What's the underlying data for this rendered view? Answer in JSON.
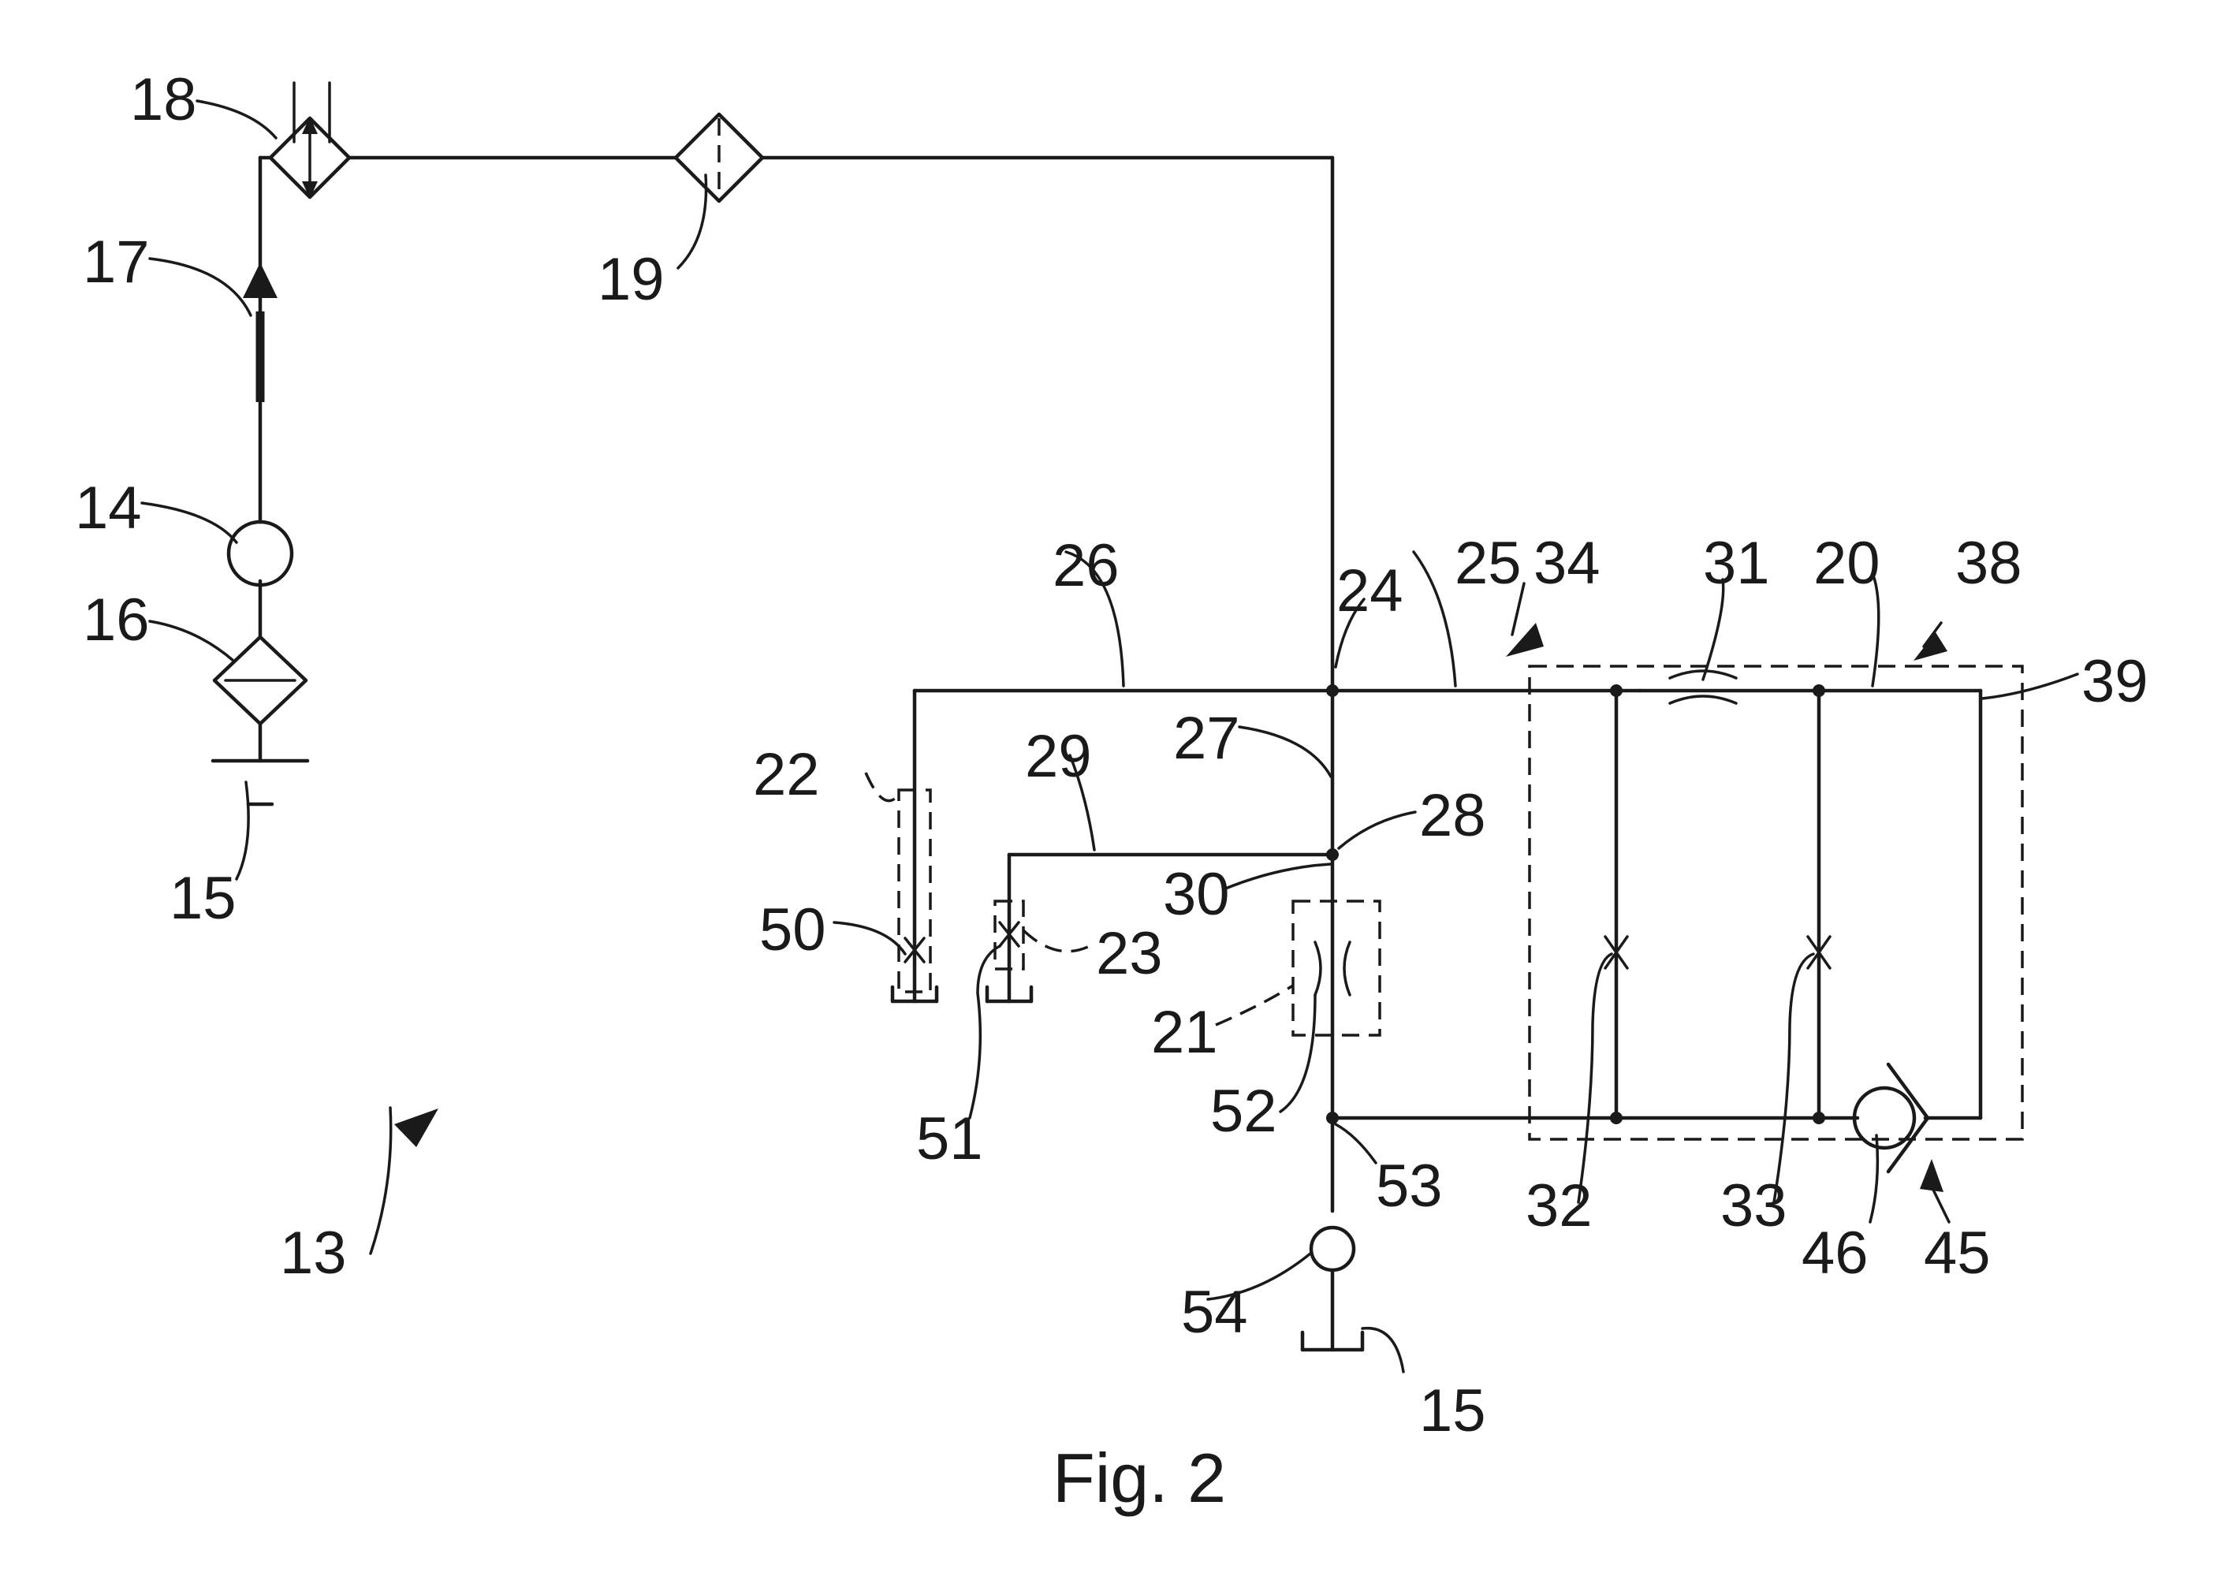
{
  "caption": "Fig. 2",
  "labels": {
    "n13": "13",
    "n14": "14",
    "n15a": "15",
    "n15b": "15",
    "n16": "16",
    "n17": "17",
    "n18": "18",
    "n19": "19",
    "n20": "20",
    "n21": "21",
    "n22": "22",
    "n23": "23",
    "n24": "24",
    "n25": "25",
    "n26": "26",
    "n27": "27",
    "n28": "28",
    "n29": "29",
    "n30": "30",
    "n31": "31",
    "n32": "32",
    "n33": "33",
    "n34": "34",
    "n38": "38",
    "n39": "39",
    "n45": "45",
    "n46": "46",
    "n50": "50",
    "n51": "51",
    "n52": "52",
    "n53": "53",
    "n54": "54"
  }
}
